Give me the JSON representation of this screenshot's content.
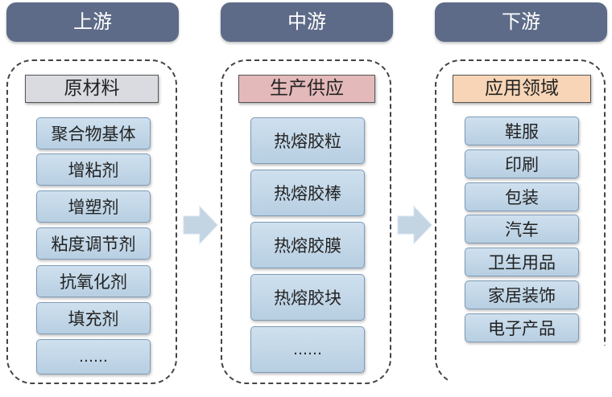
{
  "stages": [
    {
      "header": "上游",
      "title": "原材料",
      "title_color": "#d9dbe0",
      "items": [
        "聚合物基体",
        "增粘剂",
        "增塑剂",
        "粘度调节剂",
        "抗氧化剂",
        "填充剂",
        "……"
      ]
    },
    {
      "header": "中游",
      "title": "生产供应",
      "title_color": "#e4b9b9",
      "items": [
        "热熔胶粒",
        "热熔胶棒",
        "热熔胶膜",
        "热熔胶块",
        "……"
      ]
    },
    {
      "header": "下游",
      "title": "应用领域",
      "title_color": "#f7d5b6",
      "items": [
        "鞋服",
        "印刷",
        "包装",
        "汽车",
        "卫生用品",
        "家居装饰",
        "电子产品"
      ]
    }
  ],
  "colors": {
    "header_bg": "#5d6b88",
    "item_bg": "#c4d8e9",
    "arrow": "#c3d4e3"
  },
  "icons": [
    "right-arrow-icon",
    "right-arrow-icon"
  ]
}
